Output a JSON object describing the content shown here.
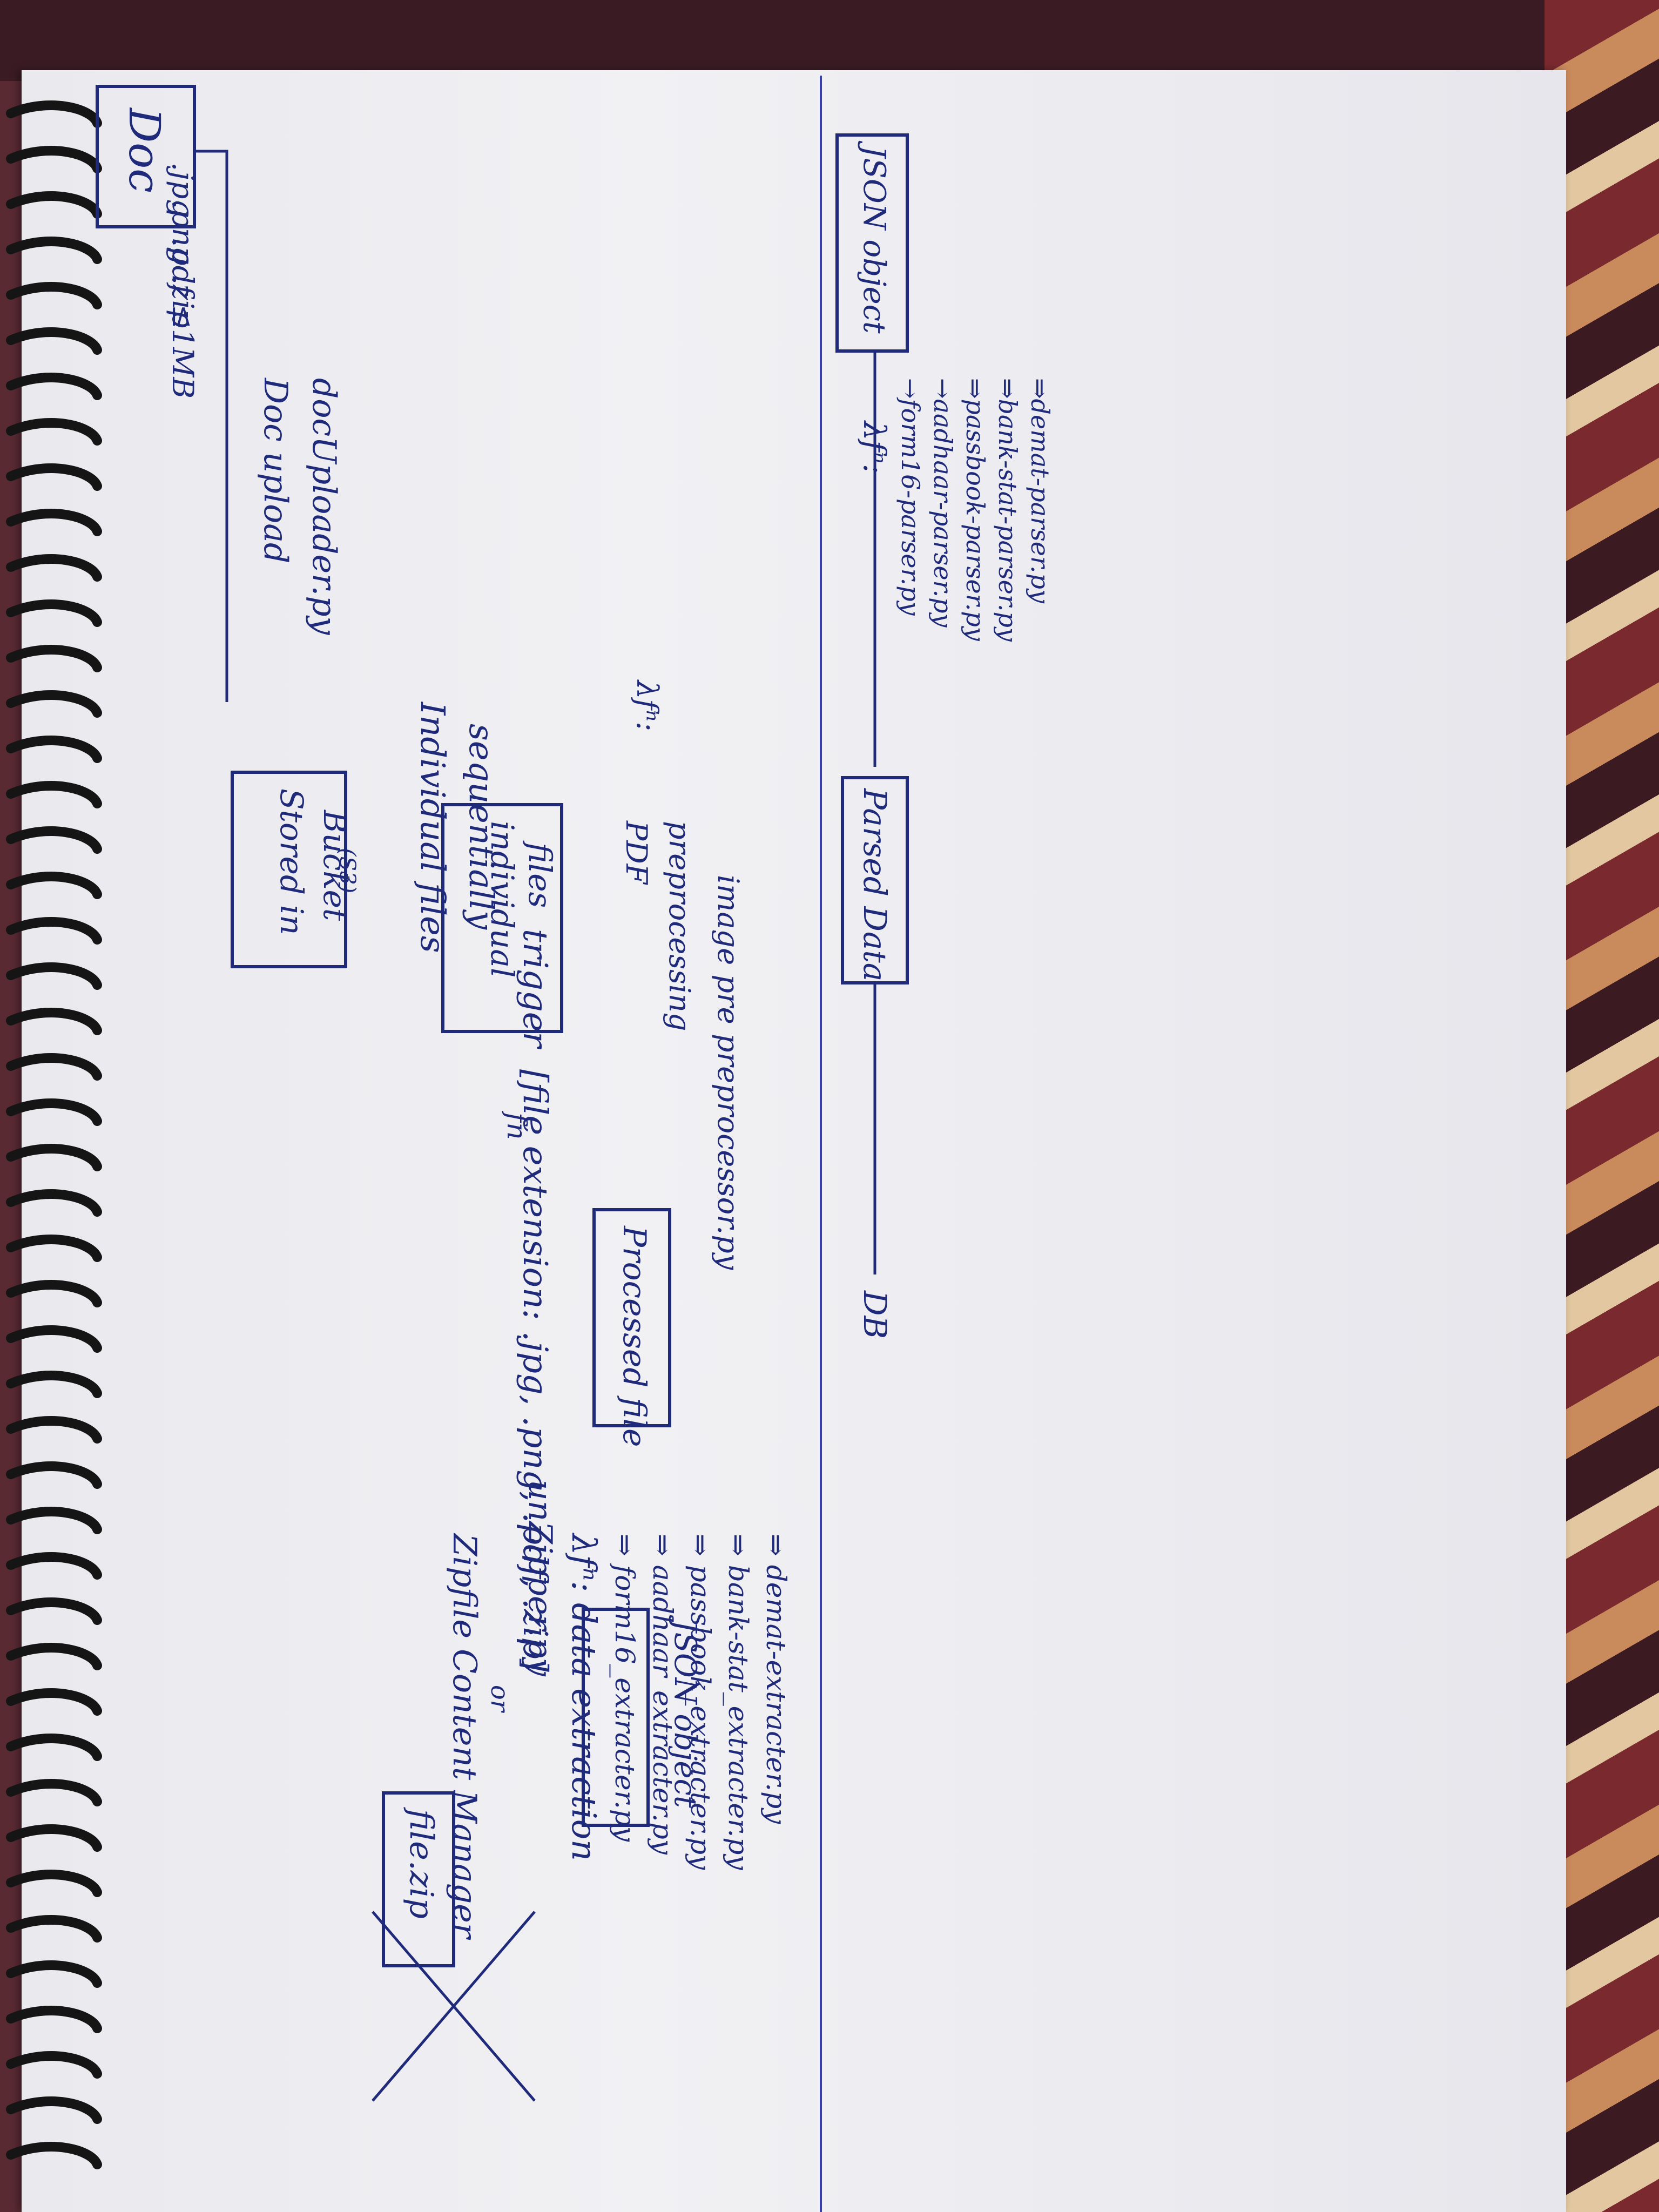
{
  "doc_box": {
    "title": "Doc",
    "formats": [
      ".jpg",
      ".png",
      ".pdf ≤1MB",
      ".zip"
    ]
  },
  "doc_upload": {
    "label": "Doc upload",
    "script": "docUploader.py"
  },
  "storage": {
    "line1": "Stored in",
    "line2": "Bucket",
    "line3": "(S3)"
  },
  "zip_flow": {
    "note_line1": "Individual files",
    "note_line2": "sequentially",
    "manager": "Zipfile Content Manager",
    "or": "or",
    "unzipper": "unZipper.py",
    "file_zip": "file.zip"
  },
  "trigger": {
    "label": "trigger",
    "extensions": "[file extension: .jpg, .png, .pdf, .zip]"
  },
  "individual_files": {
    "line1": "individual",
    "line2": "files",
    "fn_label": "fn"
  },
  "preprocessing": {
    "pdf_label": "PDF",
    "lambda_label": "λfⁿ:",
    "label": "preprocessing",
    "script": "image pre preprocessor.py"
  },
  "processed_file": {
    "label": "Processed file"
  },
  "extraction": {
    "title": "λfⁿ: data extraction",
    "scripts": [
      "⇒ form16_extracter.py",
      "⇒ aadhaar_extracter.py",
      "⇒ passbook_extracter.py",
      "⇒ bank-stat_extracter.py",
      "⇒ demat-extracter.py"
    ],
    "json_label": "JSON object"
  },
  "parsing": {
    "json_label": "JSON object",
    "lambda_label": "λfⁿ:",
    "scripts": [
      "→form16-parser.py",
      "→aadhaar-parser.py",
      "⇒passbook-parser.py",
      "⇒bank-stat-parser.py",
      "⇒demat-parser.py"
    ],
    "parsed_label": "Parsed Data",
    "db_label": "DB"
  },
  "colors": {
    "ink": "#1f2a7a",
    "paper": "#efeff2",
    "rule": "#3a3fae"
  }
}
